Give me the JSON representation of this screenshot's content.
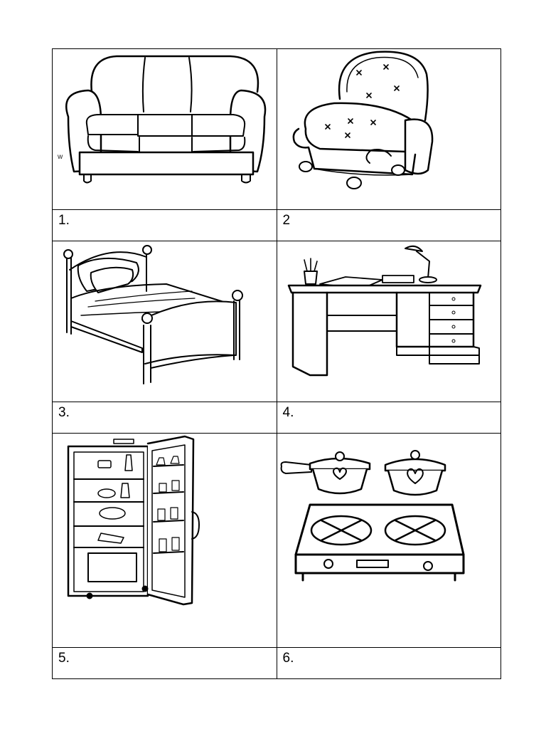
{
  "worksheet": {
    "items": [
      {
        "number": "1.",
        "picture": "sofa-icon"
      },
      {
        "number": "2",
        "picture": "armchair-icon"
      },
      {
        "number": "3.",
        "picture": "bed-icon"
      },
      {
        "number": "4.",
        "picture": "desk-icon"
      },
      {
        "number": "5.",
        "picture": "fridge-icon"
      },
      {
        "number": "6.",
        "picture": "stove-icon"
      }
    ],
    "stray_mark": "w"
  }
}
